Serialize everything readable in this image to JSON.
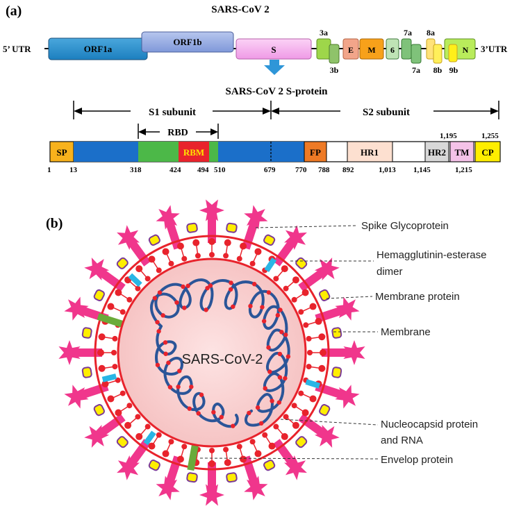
{
  "panel_a": {
    "label": "(a)",
    "title": "SARS-CoV 2",
    "utr5": "5’ UTR",
    "utr3": "3’UTR",
    "genes": {
      "orf1a": "ORF1a",
      "orf1b": "ORF1b",
      "s": "S",
      "g3a": "3a",
      "g3b": "3b",
      "e": "E",
      "m": "M",
      "g6": "6",
      "g7a_top": "7a",
      "g7a_bottom": "7a",
      "g8a": "8a",
      "g8b": "8b",
      "n": "N",
      "g9b": "9b"
    },
    "protein_title": "SARS-CoV 2  S-protein",
    "s1_label": "S1 subunit",
    "s2_label": "S2 subunit",
    "rbd_label": "RBD",
    "domains": {
      "sp": "SP",
      "rbm": "RBM",
      "fp": "FP",
      "hr1": "HR1",
      "hr2": "HR2",
      "tm": "TM",
      "cp": "CP"
    },
    "positions": {
      "p1": "1",
      "p13": "13",
      "p318": "318",
      "p424": "424",
      "p494": "494",
      "p510": "510",
      "p679": "679",
      "p770": "770",
      "p788": "788",
      "p892": "892",
      "p1013": "1,013",
      "p1145": "1,145",
      "p1195": "1,195",
      "p1215": "1,215",
      "p1255": "1,255"
    }
  },
  "panel_b": {
    "label": "(b)",
    "center_label": "SARS-CoV-2",
    "callouts": {
      "spike": "Spike Glycoprotein",
      "he_line1": "Hemagglutinin-esterase",
      "he_line2": "dimer",
      "membrane_protein": "Membrane protein",
      "membrane": "Membrane",
      "nucleo_line1": "Nucleocapsid protein",
      "nucleo_line2": "and RNA",
      "envelope": "Envelop protein"
    }
  },
  "colors": {
    "spike": "#f0368c",
    "membrane_red": "#e8232c",
    "virus_fill": "#f9d0d0",
    "rna": "#2b5598",
    "he_yellow": "#ffee00",
    "he_purple": "#7b3a96",
    "envelope_green": "#6aab3a",
    "membrane_protein_cyan": "#29b6e5"
  }
}
